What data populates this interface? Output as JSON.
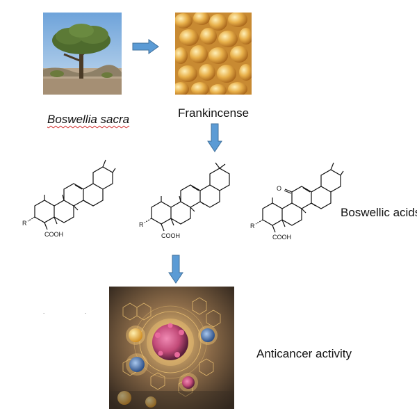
{
  "labels": {
    "source": "Boswellia sacra",
    "resin": "Frankincense",
    "compounds": "Boswellic acids",
    "activity": "Anticancer activity"
  },
  "structure_text": {
    "r1": "R",
    "cooh1": "COOH",
    "r2": "R",
    "cooh2": "COOH",
    "r3": "R",
    "cooh3": "COOH",
    "keto": "O"
  },
  "colors": {
    "arrow": "#5b9bd5",
    "arrow_border": "#41719c",
    "sky": "#8cb5e3",
    "resin": "#e8b04a",
    "cell": "#c24a78",
    "glow": "#ffd27a"
  },
  "icons": {
    "arrow_right": "arrow-right-icon",
    "arrow_down": "arrow-down-icon"
  }
}
